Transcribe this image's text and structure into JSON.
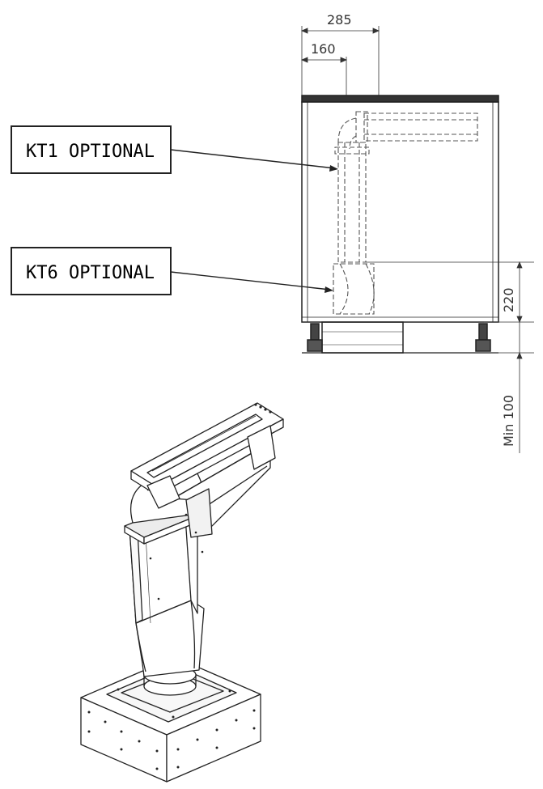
{
  "callouts": {
    "kt1": "KT1 OPTIONAL",
    "kt6": "KT6 OPTIONAL"
  },
  "dimensions": {
    "width_outer": "285",
    "width_inner": "160",
    "height_kt6": "220",
    "min_clearance": "Min  100"
  },
  "colors": {
    "line": "#222222",
    "dashed": "#555555",
    "background": "#ffffff"
  }
}
